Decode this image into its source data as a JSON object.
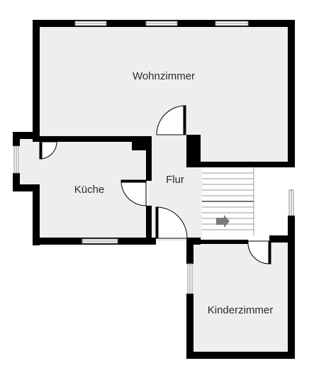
{
  "rooms": {
    "wohnzimmer": "Wohnzimmer",
    "kueche": "Küche",
    "flur": "Flur",
    "kinderzimmer": "Kinderzimmer"
  },
  "stairs": {
    "direction": "right",
    "icon": "arrow-right-icon"
  },
  "colors": {
    "wall": "#000000",
    "floor": "#eeeeee",
    "background": "#ffffff",
    "window_line": "#8a8a8a",
    "arrow": "#7a7a7a"
  }
}
